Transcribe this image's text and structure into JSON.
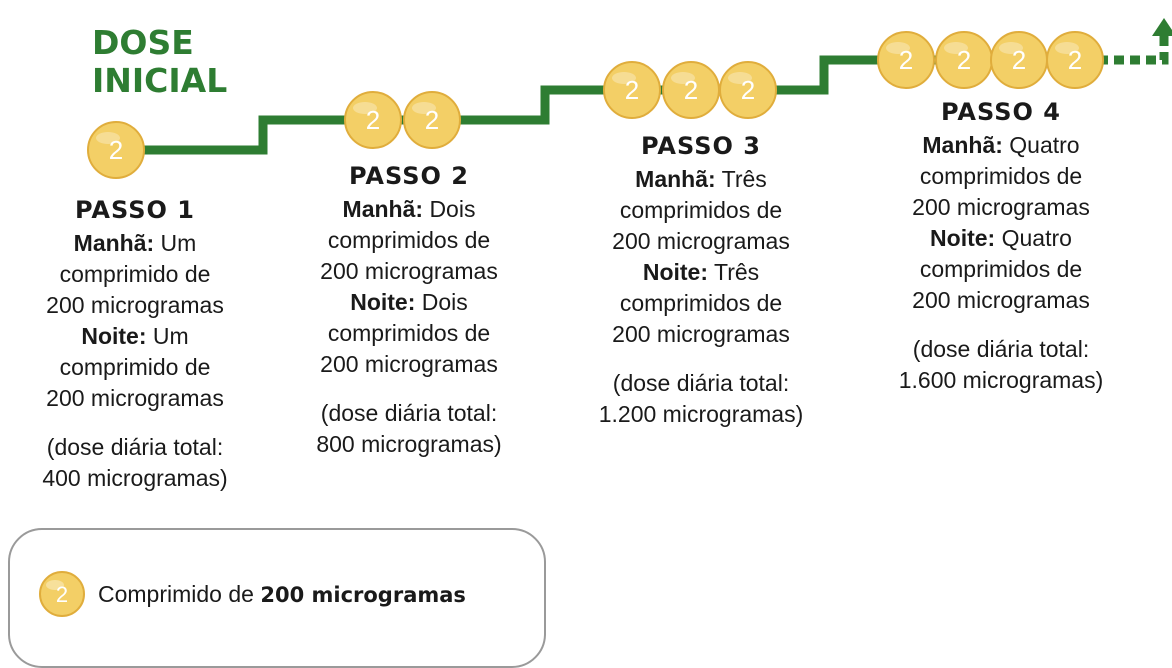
{
  "title": {
    "line1": "DOSE",
    "line2": "INICIAL"
  },
  "pill_number": "2",
  "colors": {
    "line": "#2e7d32",
    "pill_fill": "#f3cf66",
    "pill_edge": "#e0ad3c",
    "pill_number": "#ffffff",
    "legend_border": "#9a9a9a"
  },
  "steps": [
    {
      "heading": "PASSO 1",
      "pills": 1,
      "morning_label": "Manhã:",
      "morning_text_a": "Um",
      "morning_text_b": "comprimido de",
      "morning_text_c": "200 microgramas",
      "night_label": "Noite:",
      "night_text_a": "Um",
      "night_text_b": "comprimido de",
      "night_text_c": "200 microgramas",
      "total_a": "(dose diária total:",
      "total_b": "400 microgramas)"
    },
    {
      "heading": "PASSO 2",
      "pills": 2,
      "morning_label": "Manhã:",
      "morning_text_a": "Dois",
      "morning_text_b": "comprimidos de",
      "morning_text_c": "200 microgramas",
      "night_label": "Noite:",
      "night_text_a": "Dois",
      "night_text_b": "comprimidos de",
      "night_text_c": "200 microgramas",
      "total_a": "(dose diária total:",
      "total_b": "800 microgramas)"
    },
    {
      "heading": "PASSO 3",
      "pills": 3,
      "morning_label": "Manhã:",
      "morning_text_a": "Três",
      "morning_text_b": "comprimidos de",
      "morning_text_c": "200 microgramas",
      "night_label": "Noite:",
      "night_text_a": "Três",
      "night_text_b": "comprimidos de",
      "night_text_c": "200 microgramas",
      "total_a": "(dose diária total:",
      "total_b": "1.200 microgramas)"
    },
    {
      "heading": "PASSO 4",
      "pills": 4,
      "morning_label": "Manhã:",
      "morning_text_a": "Quatro",
      "morning_text_b": "comprimidos de",
      "morning_text_c": "200 microgramas",
      "night_label": "Noite:",
      "night_text_a": "Quatro",
      "night_text_b": "comprimidos de",
      "night_text_c": "200 microgramas",
      "total_a": "(dose diária total:",
      "total_b": "1.600 microgramas)"
    }
  ],
  "legend": {
    "text": "Comprimido de",
    "bold": "200 microgramas"
  }
}
